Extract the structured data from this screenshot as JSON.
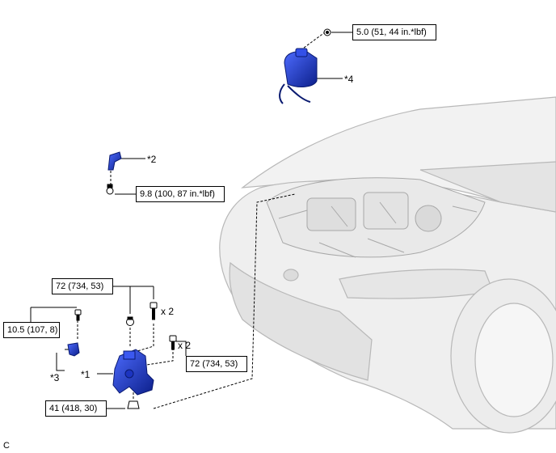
{
  "torques": {
    "t1": "5.0 (51, 44 in.*lbf)",
    "t2": "9.8 (100, 87 in.*lbf)",
    "t3": "72 (734, 53)",
    "t4": "10.5 (107, 8)",
    "t5": "72 (734, 53)",
    "t6": "41 (418, 30)"
  },
  "callouts": {
    "p1": "*1",
    "p2": "*2",
    "p3": "*3",
    "p4": "*4"
  },
  "quantities": {
    "q1": "x 2",
    "q2": "x 2"
  },
  "corner_mark": "C",
  "colors": {
    "part_blue": "#1f3fd6",
    "part_blue_dark": "#0c1f8a",
    "car_fill": "#f1f1f1",
    "car_line": "#b8b8b8"
  }
}
